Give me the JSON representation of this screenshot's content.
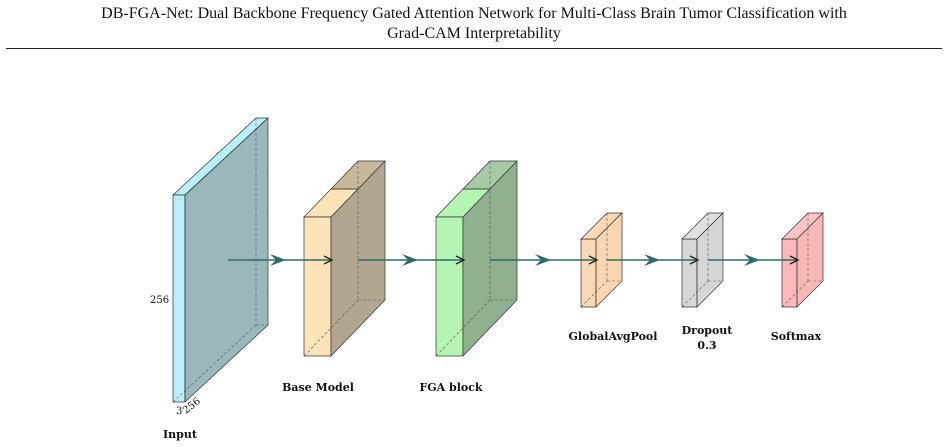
{
  "header": {
    "title_line1": "DB-FGA-Net: Dual Backbone Frequency Gated Attention Network for Multi-Class Brain Tumor Classification with",
    "title_line2": "Grad-CAM Interpretability"
  },
  "diagram": {
    "input": {
      "label": "Input",
      "height_label": "256",
      "channel_label": "3",
      "width_label": "256"
    },
    "base_model": {
      "label": "Base Model"
    },
    "fga_block": {
      "label": "FGA block"
    },
    "global_avg_pool": {
      "label": "GlobalAvgPool"
    },
    "dropout": {
      "label_line1": "Dropout",
      "label_line2": "0.3"
    },
    "softmax": {
      "label": "Softmax"
    },
    "colors": {
      "input_front": "#b8f0f8",
      "input_body": "#8fb0b4",
      "base_front": "#fde3b8",
      "base_body": "#b3a690",
      "fga_front": "#b4f5b4",
      "fga_body": "#90b090",
      "gap_front": "#fbd8b4",
      "dropout_front": "#d7d7d7",
      "softmax_front": "#fbb8b8",
      "arrow": "#2f6b69"
    }
  }
}
